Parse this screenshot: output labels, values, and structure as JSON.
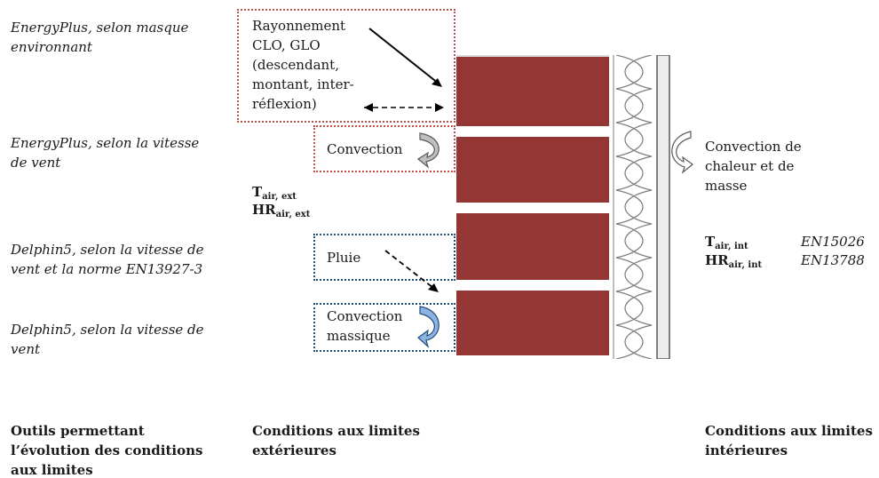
{
  "tools": [
    "EnergyPlus, selon masque\nenvironnant",
    "EnergyPlus, selon la vitesse\nde vent",
    "Delphin5, selon la vitesse de\nvent et la norme EN13927-3",
    "Delphin5, selon la vitesse de\nvent"
  ],
  "exterior": {
    "radiation": "Rayonnement\nCLO, GLO\n(descendant,\nmontant, inter-\nréflexion)",
    "convection": "Convection",
    "rain": "Pluie",
    "mass_convection": "Convection\nmassique",
    "t_air": "T",
    "t_air_sub": "air, ext",
    "hr_air": "HR",
    "hr_air_sub": "air, ext"
  },
  "interior": {
    "convection": "Convection de\nchaleur et de\nmasse",
    "t_air": "T",
    "t_air_sub": "air, int",
    "hr_air": "HR",
    "hr_air_sub": "air, int",
    "norm_t": "EN15026",
    "norm_hr": "EN13788"
  },
  "footer": {
    "col1": "Outils permettant\nl’évolution des conditions\naux limites",
    "col2": "Conditions aux limites\nextérieures",
    "col3": "Conditions aux limites\nintérieures"
  },
  "colors": {
    "brick": "#943634",
    "mortar": "#d9d9d9",
    "red_box": "#c0504d",
    "blue_box": "#1f4e79",
    "grey_arrow": "#a6a6a6",
    "blue_arrow": "#8db3e2"
  },
  "icons": [
    "curved-arrow-icon",
    "diagonal-arrow-icon",
    "double-arrow-icon",
    "dashed-arrow-icon"
  ]
}
